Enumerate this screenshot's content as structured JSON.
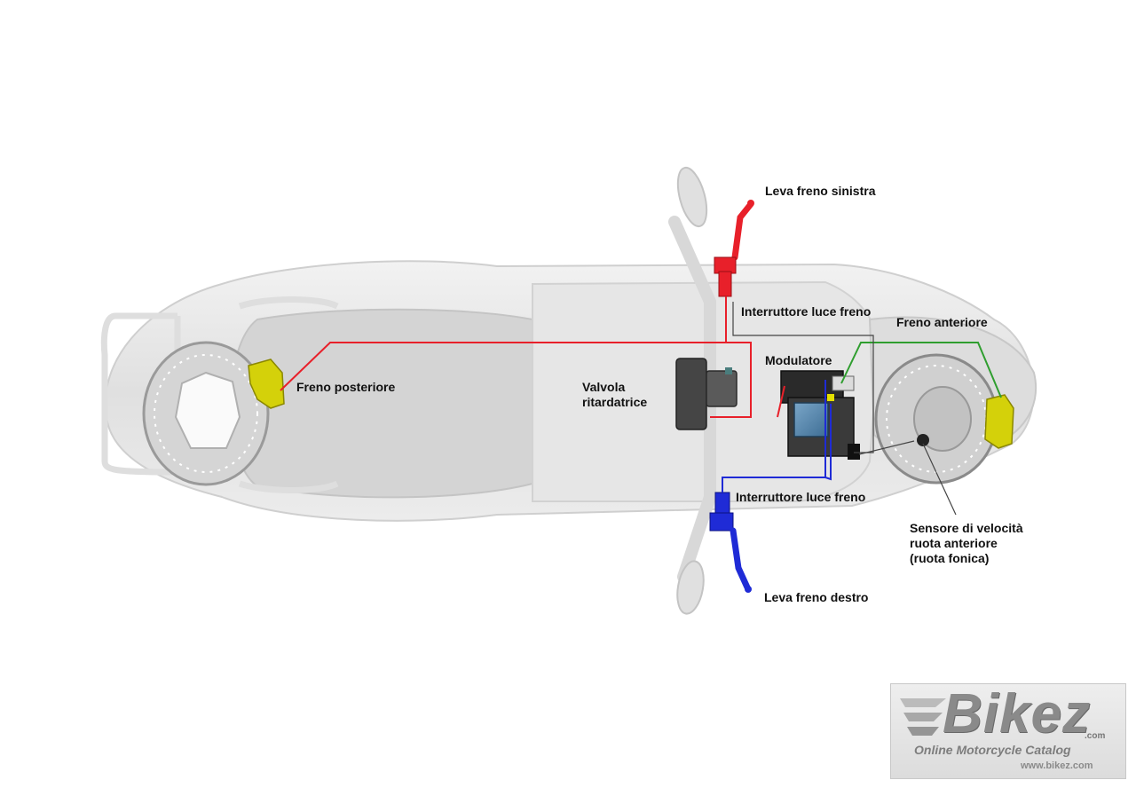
{
  "labels": {
    "leva_sinistra": "Leva freno sinistra",
    "interruttore_top": "Interruttore luce freno",
    "freno_anteriore": "Freno anteriore",
    "modulatore": "Modulatore",
    "freno_posteriore": "Freno posteriore",
    "valvola": "Valvola\nritardatrice",
    "interruttore_bottom": "Interruttore luce freno",
    "sensore": "Sensore di velocità\nruota anteriore\n(ruota fonica)",
    "leva_destro": "Leva freno destro"
  },
  "colors": {
    "rear_circuit": "#e8202a",
    "front_circuit": "#2f9e2f",
    "right_lever_circuit": "#1f2bd6",
    "caliper": "#d4d10a",
    "signal_wire": "#444444"
  },
  "watermark": {
    "word": "Bikez",
    "domain": ".com",
    "tagline": "Online Motorcycle Catalog",
    "url": "www.bikez.com"
  }
}
